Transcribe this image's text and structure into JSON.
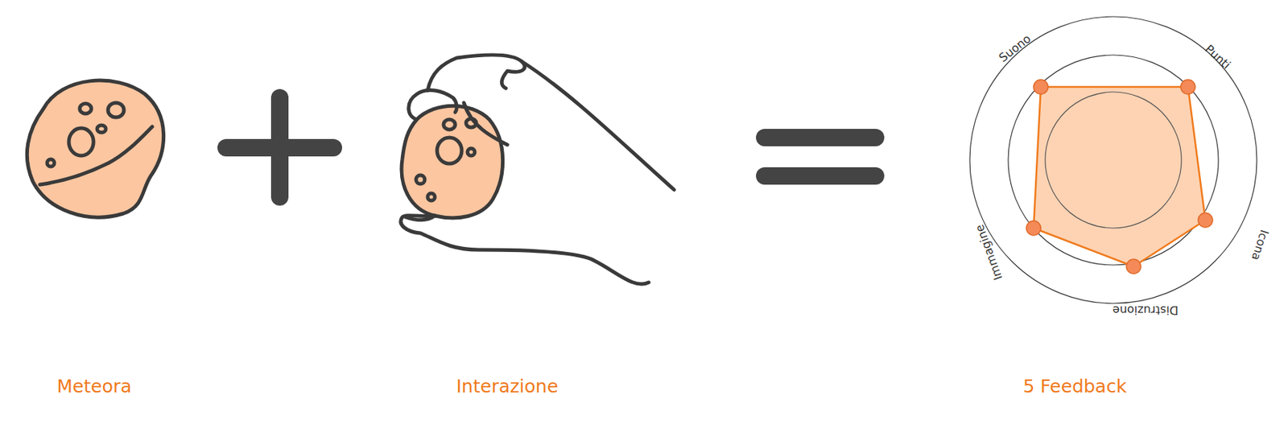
{
  "diagram": {
    "labels": [
      "Suono",
      "Punti",
      "Icona",
      "Distruzione",
      "Immagine",
      "Meteora",
      "Interazione",
      "5 Feedback"
    ]
  }
}
